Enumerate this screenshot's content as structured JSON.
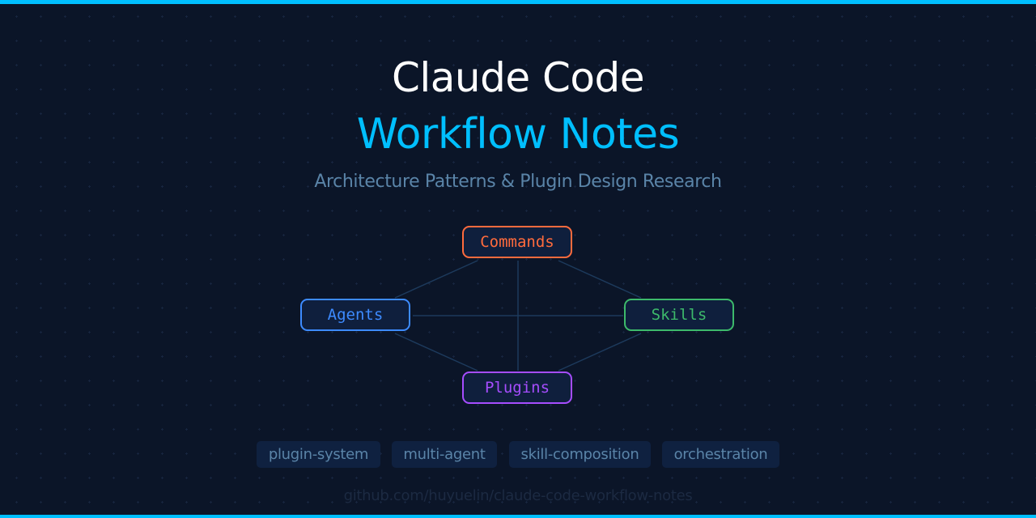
{
  "colors": {
    "background": "#0b1528",
    "accent": "#00bfff",
    "title": "#ffffff",
    "subtitle": "#5a84a8",
    "connector": "#1d3a5c",
    "node_fill": "#0f1f3d"
  },
  "header": {
    "title_line1": "Claude Code",
    "title_line2": "Workflow Notes",
    "subtitle": "Architecture Patterns & Plugin Design Research"
  },
  "diagram": {
    "nodes": [
      {
        "id": "commands",
        "label": "Commands",
        "color": "#ff6b3d"
      },
      {
        "id": "agents",
        "label": "Agents",
        "color": "#3d8bff"
      },
      {
        "id": "skills",
        "label": "Skills",
        "color": "#3dba6b"
      },
      {
        "id": "plugins",
        "label": "Plugins",
        "color": "#a64dff"
      }
    ]
  },
  "tags": [
    "plugin-system",
    "multi-agent",
    "skill-composition",
    "orchestration"
  ],
  "footer": {
    "url": "github.com/huyuelin/claude-code-workflow-notes"
  }
}
